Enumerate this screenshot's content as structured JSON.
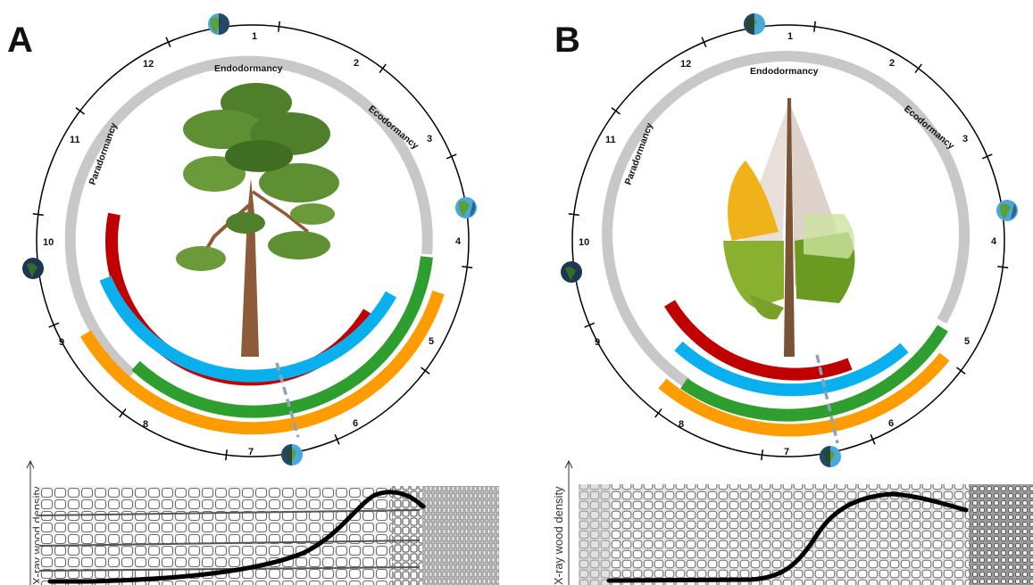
{
  "colors": {
    "dormancy_ring": "#c8c8c8",
    "red_arc": "#c00000",
    "blue_arc": "#0ab0ee",
    "green_arc": "#2e9e2e",
    "orange_arc": "#ff9c00",
    "marker": "#8ea2b8",
    "density_curve": "#000000"
  },
  "panels": [
    {
      "letter": "A",
      "tree": "pine-tree",
      "month_labels": [
        "1",
        "2",
        "3",
        "4",
        "5",
        "6",
        "7",
        "8",
        "9",
        "10",
        "11",
        "12"
      ],
      "phases": {
        "endo": "Endodormancy",
        "eco": "Ecodormancy",
        "para": "Paradormancy"
      },
      "density_label": "X-ray wood density"
    },
    {
      "letter": "B",
      "tree": "larch-tree",
      "month_labels": [
        "1",
        "2",
        "3",
        "4",
        "5",
        "6",
        "7",
        "8",
        "9",
        "10",
        "11",
        "12"
      ],
      "phases": {
        "endo": "Endodormancy",
        "eco": "Ecodormancy",
        "para": "Paradormancy"
      },
      "density_label": "X-ray wood density"
    }
  ]
}
